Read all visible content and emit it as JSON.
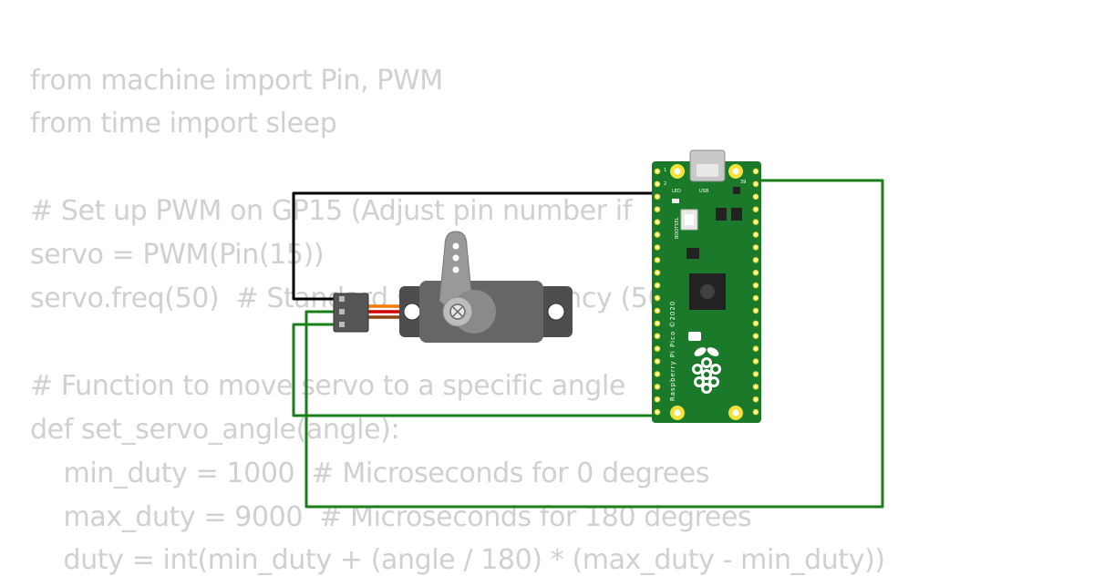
{
  "code": {
    "lines": [
      "from machine import Pin, PWM",
      "from time import sleep",
      "",
      "# Set up PWM on GP15 (Adjust pin number if",
      "servo = PWM(Pin(15))",
      "servo.freq(50)  # Standard servo frequency (50",
      "",
      "# Function to move servo to a specific angle",
      "def set_servo_angle(angle):",
      "    min_duty = 1000  # Microseconds for 0 degrees",
      "    max_duty = 9000  # Microseconds for 180 degrees",
      "    duty = int(min_duty + (angle / 180) * (max_duty - min_duty))"
    ]
  },
  "board": {
    "silkscreen": "Raspberry Pi Pico ©2020",
    "led_label": "LED",
    "usb_label": "USB",
    "bootsel_label": "BOOTSEL",
    "pin_1": "1",
    "pin_2": "2",
    "pin_39": "39"
  },
  "wires": {
    "ground_color": "#000000",
    "signal_color": "#1a7f1a"
  },
  "servo": {
    "body_color": "#666666",
    "horn_color": "#999999",
    "cable_colors": [
      "#f47b00",
      "#d40000",
      "#8b4513"
    ]
  },
  "colors": {
    "pcb": "#1b7a2a",
    "pad": "#f4e23a",
    "code_text": "#d0d0d0"
  }
}
